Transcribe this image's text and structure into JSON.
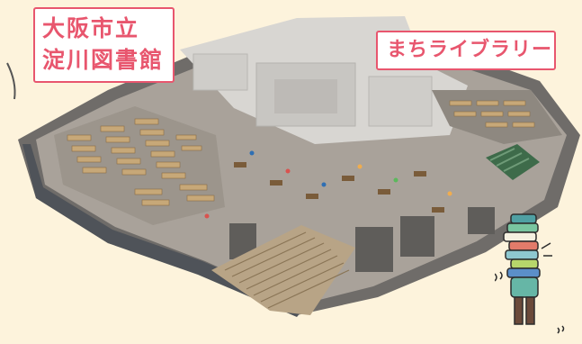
{
  "labels": {
    "library_name_line1": "大阪市立",
    "library_name_line2": "淀川図書館",
    "machi_library": "まちライブラリー"
  },
  "colors": {
    "background": "#fdf3dc",
    "label_text": "#e8566e",
    "label_border": "#e8566e",
    "floor": "#a9a29a",
    "wall": "#d8d6d2",
    "shelf_wood": "#c7a878"
  },
  "icons": {
    "library_illustration": "library-floor-plan-illustration",
    "mascot": "book-stack-mascot-illustration"
  }
}
